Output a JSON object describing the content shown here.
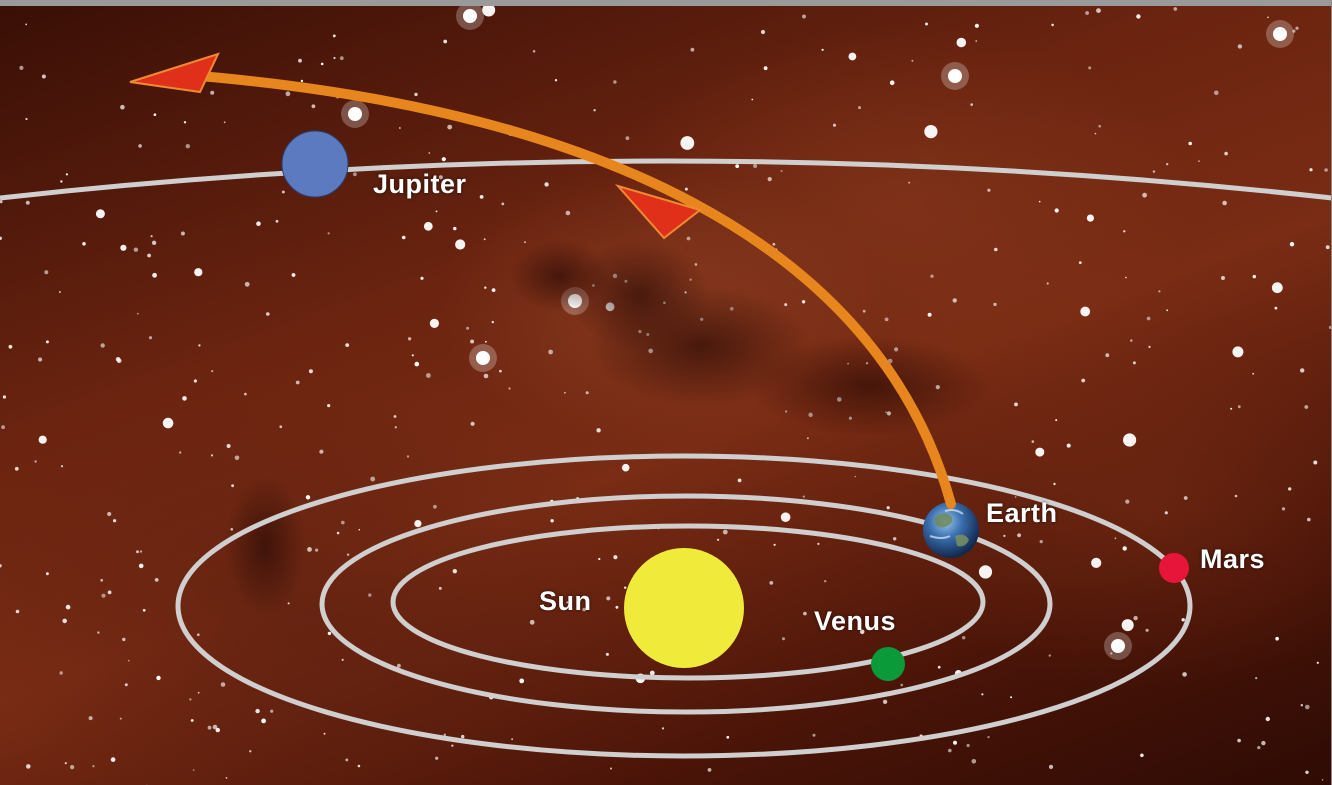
{
  "diagram": {
    "labels": {
      "jupiter": "Jupiter",
      "earth": "Earth",
      "mars": "Mars",
      "sun": "Sun",
      "venus": "Venus"
    },
    "colors": {
      "sun": "#f0ea3a",
      "jupiter": "#5c7abf",
      "venus": "#0a9a3a",
      "mars": "#e8153a",
      "earth": "#3a6fb0",
      "orbit": "#cfcfcf",
      "arrow": "#e8861e",
      "arrowhead": "#e0301a"
    }
  }
}
